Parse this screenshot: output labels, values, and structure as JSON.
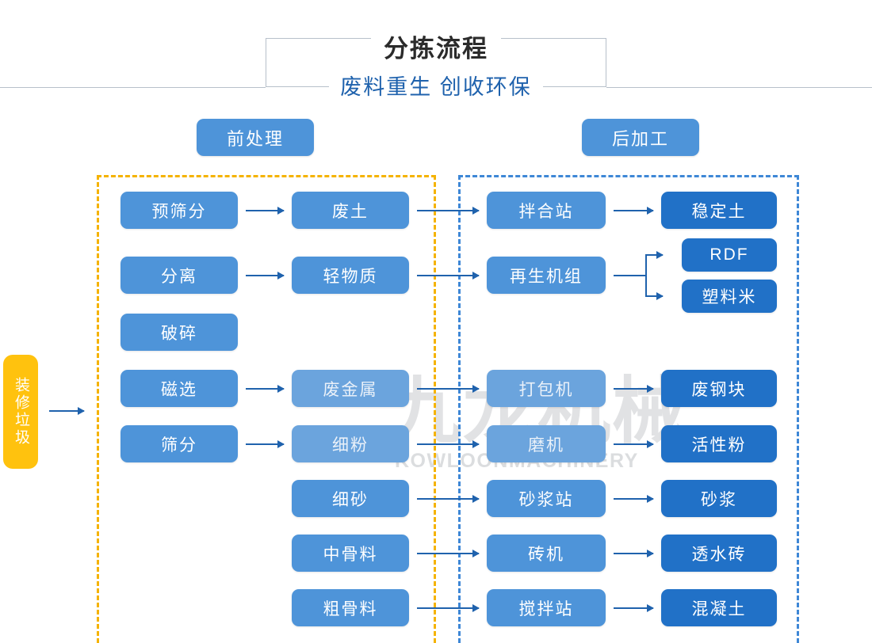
{
  "header": {
    "title": "分拣流程",
    "subtitle": "废料重生 创收环保"
  },
  "watermark": {
    "cn": "九龙机械",
    "en": "KOWLOONMACHINERY"
  },
  "sections": {
    "pre_label": "前处理",
    "post_label": "后加工"
  },
  "input": {
    "label": "装修垃圾"
  },
  "colors": {
    "accent_blue": "#4e94d9",
    "output_blue": "#2171c7",
    "arrow_blue": "#1f62ad",
    "group_pre_border": "#f5b300",
    "group_post_border": "#3e87d6",
    "input_yellow": "#ffc20e",
    "subtitle_blue": "#1f62ad",
    "watermark_gray": "#c9cbce"
  },
  "nodes": {
    "pre_screen": "预筛分",
    "waste_soil": "废土",
    "separation": "分离",
    "light_material": "轻物质",
    "crushing": "破碎",
    "magnetic": "磁选",
    "scrap_metal": "废金属",
    "sieving": "筛分",
    "fine_powder": "细粉",
    "fine_sand": "细砂",
    "medium_aggregate": "中骨料",
    "coarse_aggregate": "粗骨料",
    "mixing_station": "拌合站",
    "stabilized_soil": "稳定土",
    "regen_unit": "再生机组",
    "rdf": "RDF",
    "plastic_pellet": "塑料米",
    "baler": "打包机",
    "scrap_steel": "废钢块",
    "mill": "磨机",
    "active_powder": "活性粉",
    "mortar_station": "砂浆站",
    "mortar": "砂浆",
    "brick_machine": "砖机",
    "permeable_brick": "透水砖",
    "concrete_station": "搅拌站",
    "concrete": "混凝土"
  },
  "chart_data": {
    "type": "diagram",
    "title": "分拣流程",
    "subtitle": "废料重生 创收环保",
    "input": "装修垃圾",
    "groups": [
      {
        "name": "前处理",
        "border_color": "#f5b300",
        "stages": [
          [
            "预筛分",
            "废土"
          ],
          [
            "分离",
            "轻物质"
          ],
          [
            "破碎"
          ],
          [
            "磁选",
            "废金属"
          ],
          [
            "筛分",
            "细粉"
          ],
          [
            "细砂"
          ],
          [
            "中骨料"
          ],
          [
            "粗骨料"
          ]
        ]
      },
      {
        "name": "后加工",
        "border_color": "#3e87d6",
        "stages": [
          [
            "拌合站",
            "稳定土"
          ],
          [
            "再生机组",
            "RDF"
          ],
          [
            "再生机组",
            "塑料米"
          ],
          [
            "打包机",
            "废钢块"
          ],
          [
            "磨机",
            "活性粉"
          ],
          [
            "砂浆站",
            "砂浆"
          ],
          [
            "砖机",
            "透水砖"
          ],
          [
            "搅拌站",
            "混凝土"
          ]
        ]
      }
    ],
    "flows": [
      [
        "装修垃圾",
        "前处理"
      ],
      [
        "预筛分",
        "废土"
      ],
      [
        "废土",
        "拌合站"
      ],
      [
        "拌合站",
        "稳定土"
      ],
      [
        "分离",
        "轻物质"
      ],
      [
        "轻物质",
        "再生机组"
      ],
      [
        "再生机组",
        "RDF"
      ],
      [
        "再生机组",
        "塑料米"
      ],
      [
        "磁选",
        "废金属"
      ],
      [
        "废金属",
        "打包机"
      ],
      [
        "打包机",
        "废钢块"
      ],
      [
        "筛分",
        "细粉"
      ],
      [
        "细粉",
        "磨机"
      ],
      [
        "磨机",
        "活性粉"
      ],
      [
        "细砂",
        "砂浆站"
      ],
      [
        "砂浆站",
        "砂浆"
      ],
      [
        "中骨料",
        "砖机"
      ],
      [
        "砖机",
        "透水砖"
      ],
      [
        "粗骨料",
        "搅拌站"
      ],
      [
        "搅拌站",
        "混凝土"
      ]
    ]
  }
}
